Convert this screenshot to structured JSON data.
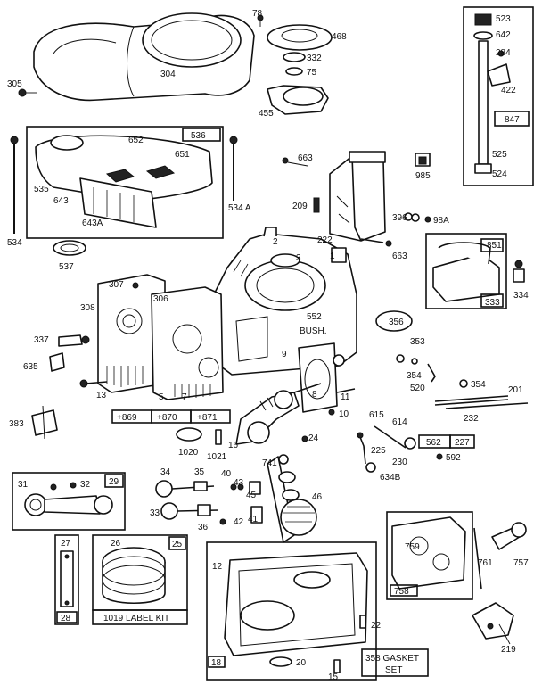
{
  "diagram": {
    "labels": {
      "p304": "304",
      "p305": "305",
      "p78": "78",
      "p468": "468",
      "p332": "332",
      "p75": "75",
      "p455": "455",
      "p523": "523",
      "p642": "642",
      "p284": "284",
      "p422": "422",
      "p847": "847",
      "p525": "525",
      "p524": "524",
      "p536": "536",
      "p652": "652",
      "p651": "651",
      "p535": "535",
      "p643": "643",
      "p643A": "643A",
      "p534": "534",
      "p534A": "534 A",
      "p537": "537",
      "p663a": "663",
      "p209": "209",
      "p222": "222",
      "p663b": "663",
      "p396": "396",
      "p98A": "98A",
      "p985": "985",
      "p2": "2",
      "p3": "3",
      "p1": "1",
      "p552": "552",
      "pBUSH": "BUSH.",
      "p9": "9",
      "p8": "8",
      "p11": "11",
      "p10": "10",
      "p307": "307",
      "p306": "306",
      "p308": "308",
      "p337": "337",
      "p635": "635",
      "p13": "13",
      "p5": "5",
      "p7": "7",
      "p869": "+869",
      "p870": "+870",
      "p871": "+871",
      "p383": "383",
      "p851": "851",
      "p334": "334",
      "p333": "333",
      "p356": "356",
      "p353": "353",
      "p354a": "354",
      "p354b": "354",
      "p520": "520",
      "p201": "201",
      "p232": "232",
      "p615": "615",
      "p614": "614",
      "p562": "562",
      "p227": "227",
      "p592": "592",
      "p225": "225",
      "p230": "230",
      "p634B": "634B",
      "p1020": "1020",
      "p1021": "1021",
      "p16": "16",
      "p24": "24",
      "p741": "741",
      "p34": "34",
      "p35": "35",
      "p40": "40",
      "p43": "43",
      "p45": "45",
      "p46": "46",
      "p33": "33",
      "p36": "36",
      "p42": "42",
      "p41": "41",
      "p31": "31",
      "p32": "32",
      "p29": "29",
      "p27": "27",
      "p26": "26",
      "p25": "25",
      "p28": "28",
      "pLabelKit": "1019 LABEL KIT",
      "p12": "12",
      "p18": "18",
      "p20": "20",
      "p15": "15",
      "p22": "22",
      "p358": "358 GASKET",
      "pSET": "SET",
      "p759": "759",
      "p761": "761",
      "p757": "757",
      "p758": "758",
      "p219": "219"
    }
  }
}
